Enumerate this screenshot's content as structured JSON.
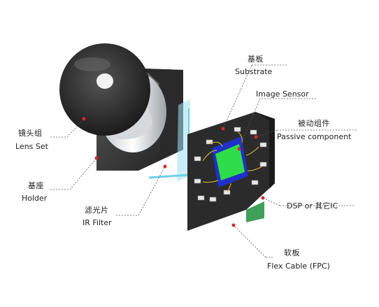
{
  "colors": {
    "leader": "#d9262b",
    "leader_gray": "#666666",
    "lens_body": "#3a3a3a",
    "board": "#2b2b2b",
    "sensor_frame": "#2030c8",
    "sensor_active": "#2fdc4a",
    "flex_cable": "#3fa05a",
    "ir_filter": "#6fd0e8"
  },
  "labels": {
    "lens_zh": "镜头组",
    "lens_en": "Lens Set",
    "holder_zh": "基座",
    "holder_en": "Holder",
    "ir_zh": "滤光片",
    "ir_en": "IR Filter",
    "substrate_zh": "基板",
    "substrate_en": "Substrate",
    "sensor_en": "Image Sensor",
    "passive_zh": "被动组件",
    "passive_en": "Passive component",
    "dsp": "DSP or 其它IC",
    "flex_zh": "软板",
    "flex_en": "Flex Cable (FPC)"
  }
}
